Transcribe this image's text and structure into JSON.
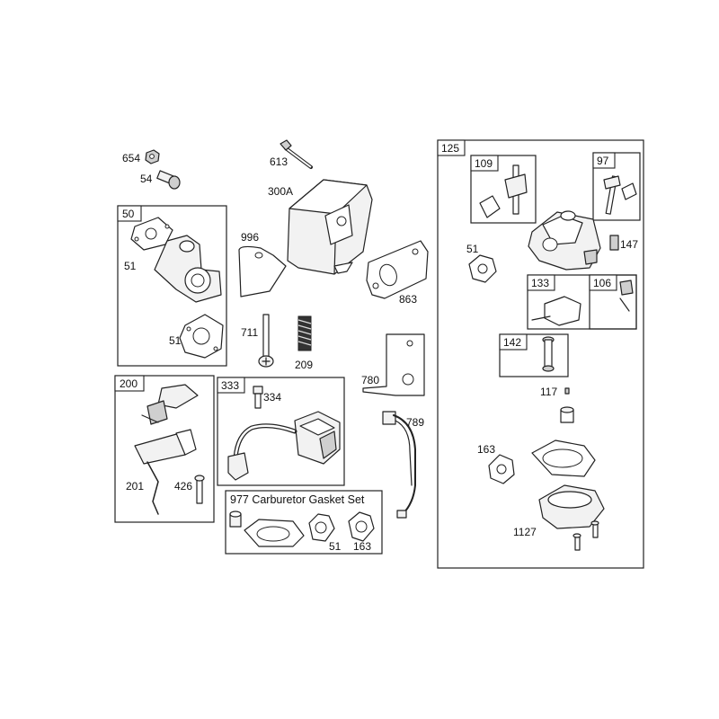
{
  "diagram": {
    "group_boxes": {
      "b50": "50",
      "b200": "200",
      "b333": "333",
      "b125": "125",
      "b109": "109",
      "b97": "97",
      "b133": "133",
      "b106": "106",
      "b142": "142",
      "gasket_set": "977 Carburetor Gasket Set"
    },
    "callouts": {
      "p654": "654",
      "p54": "54",
      "p613": "613",
      "p300a": "300A",
      "p996": "996",
      "p863": "863",
      "p51_a": "51",
      "p51_b": "51",
      "p711": "711",
      "p209": "209",
      "p780": "780",
      "p334": "334",
      "p789": "789",
      "p201": "201",
      "p426": "426",
      "p51_set": "51",
      "p163_set": "163",
      "p51_c": "51",
      "p147": "147",
      "p117": "117",
      "p163": "163",
      "p1127": "1127"
    }
  }
}
